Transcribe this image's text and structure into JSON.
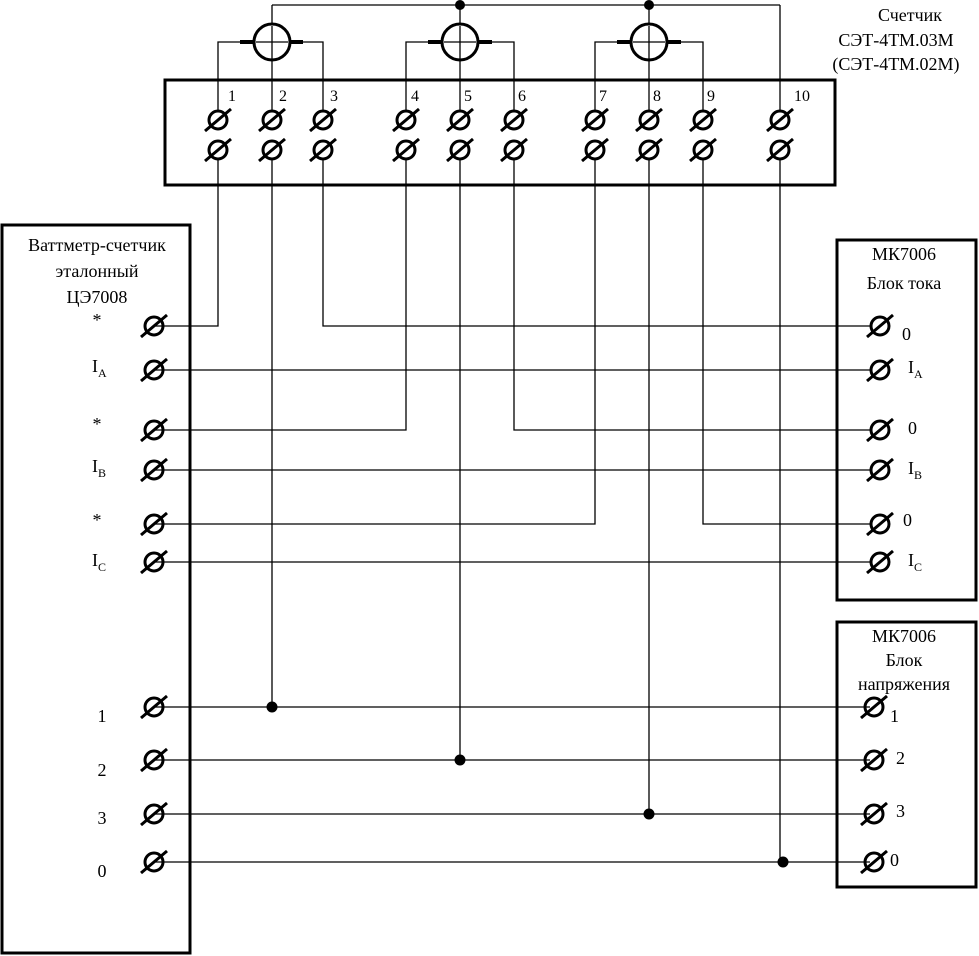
{
  "meter": {
    "title": "Счетчик",
    "model": "СЭТ-4ТМ.03М",
    "model_alt": "(СЭТ-4ТМ.02М)",
    "terminals": [
      "1",
      "2",
      "3",
      "4",
      "5",
      "6",
      "7",
      "8",
      "9",
      "10"
    ]
  },
  "reference": {
    "title_line1": "Ваттметр-счетчик",
    "title_line2": "эталонный",
    "title_line3": "ЦЭ7008",
    "current_terminals": [
      {
        "main": "*",
        "sub": ""
      },
      {
        "main": "I",
        "sub": "A"
      },
      {
        "main": "*",
        "sub": ""
      },
      {
        "main": "I",
        "sub": "B"
      },
      {
        "main": "*",
        "sub": ""
      },
      {
        "main": "I",
        "sub": "C"
      }
    ],
    "voltage_terminals": [
      "1",
      "2",
      "3",
      "0"
    ]
  },
  "current_block": {
    "title_line1": "МК7006",
    "title_line2": "Блок тока",
    "terminals": [
      {
        "main": "0",
        "sub": ""
      },
      {
        "main": "I",
        "sub": "A"
      },
      {
        "main": "0",
        "sub": ""
      },
      {
        "main": "I",
        "sub": "B"
      },
      {
        "main": "0",
        "sub": ""
      },
      {
        "main": "I",
        "sub": "C"
      }
    ]
  },
  "voltage_block": {
    "title_line1": "МК7006",
    "title_line2": "Блок",
    "title_line3": "напряжения",
    "terminals": [
      "1",
      "2",
      "3",
      "0"
    ]
  }
}
